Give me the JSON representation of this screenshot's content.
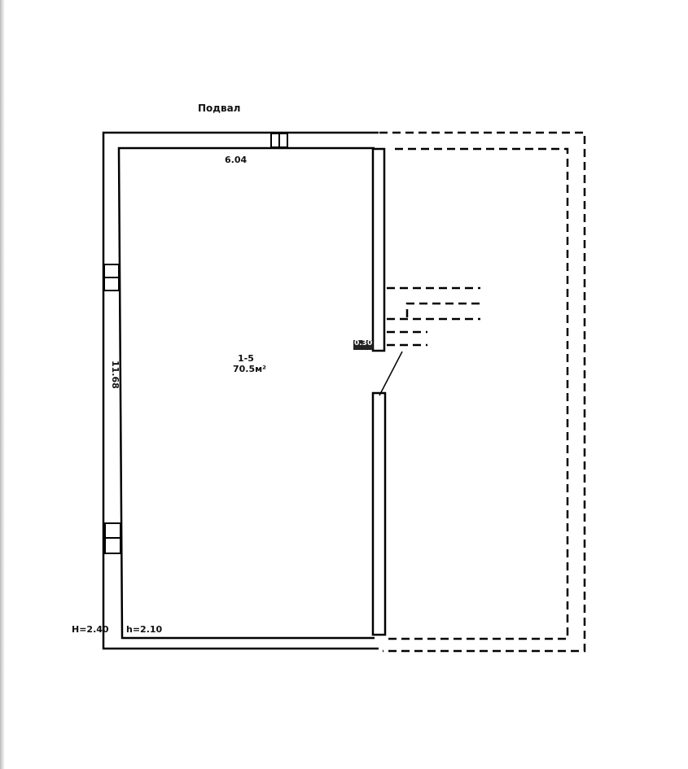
{
  "title": "Подвал",
  "dimensions": {
    "top_wall": "6.04",
    "left_wall": "11.68",
    "wall_segment": "0.30"
  },
  "room": {
    "id": "1-5",
    "area": "70.5м²"
  },
  "heights": {
    "outer": "H=2.40",
    "inner": "h=2.10"
  }
}
